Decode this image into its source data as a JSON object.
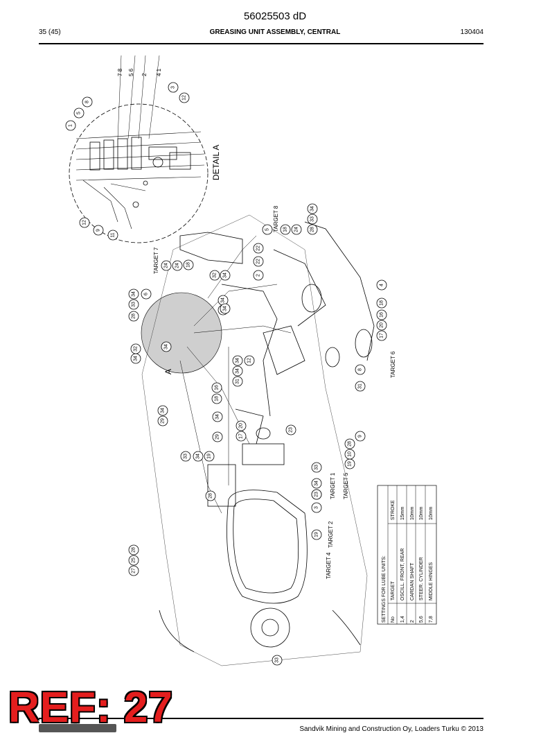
{
  "header": {
    "doc_number": "56025503 dD",
    "page": "35 (45)",
    "title": "GREASING UNIT ASSEMBLY, CENTRAL",
    "code": "130404"
  },
  "drawing": {
    "detail_label": "DETAIL A",
    "detail_marker": "A",
    "detail_digits": [
      "7 8",
      "5 6",
      "2",
      "4 1"
    ],
    "targets": [
      "TARGET 1",
      "TARGET 2",
      "TARGET 4",
      "TARGET 5",
      "TARGET 6",
      "TARGET 7",
      "TARGET 8"
    ],
    "balloons": [
      "1",
      "5",
      "8",
      "3",
      "12",
      "12",
      "9",
      "11",
      "28",
      "33",
      "34",
      "6",
      "34",
      "32",
      "24",
      "24",
      "18",
      "32",
      "34",
      "34",
      "30",
      "22",
      "22",
      "2",
      "5",
      "18",
      "24",
      "28",
      "33",
      "34",
      "4",
      "18",
      "16",
      "20",
      "17",
      "29",
      "34",
      "34",
      "12",
      "8",
      "31",
      "34",
      "18",
      "16",
      "31",
      "34",
      "29",
      "34",
      "17",
      "20",
      "28",
      "33",
      "34",
      "19",
      "11",
      "9",
      "19",
      "10",
      "28",
      "33",
      "34",
      "23",
      "3",
      "19",
      "27",
      "25",
      "28",
      "33",
      "34",
      "23"
    ]
  },
  "settings_table": {
    "title": "SETTINGS FOR LUBE UNITS:",
    "headers": [
      "No",
      "TARGET",
      "STROKE"
    ],
    "rows": [
      [
        "1,4",
        "OSCILL. FRONT, REAR",
        "15mm"
      ],
      [
        "2",
        "CARDAN SHAFT",
        "10mm"
      ],
      [
        "5,6",
        "STEER. CYLINDER",
        "10mm"
      ],
      [
        "7,8",
        "MIDDLE HINGES",
        "10mm"
      ]
    ]
  },
  "footer": {
    "copyright": "Sandvik Mining and Construction Oy, Loaders Turku © 2013"
  },
  "stamp": {
    "text": "REF: 27",
    "color": "#e41e1e"
  }
}
